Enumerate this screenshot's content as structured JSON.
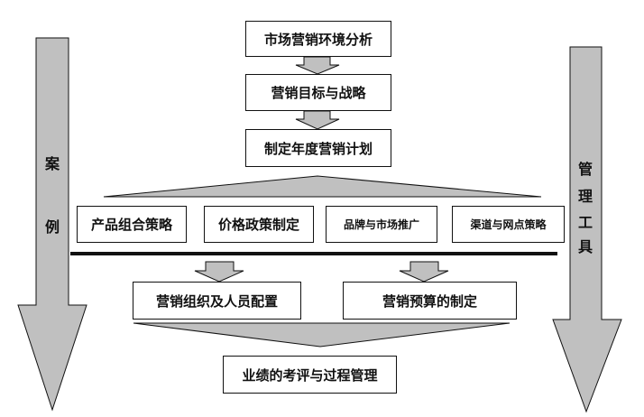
{
  "diagram": {
    "steps": {
      "market_analysis": "市场营销环境分析",
      "objectives": "营销目标与战略",
      "annual_plan": "制定年度营销计划",
      "organization": "营销组织及人员配置",
      "budget": "营销预算的制定",
      "evaluation": "业绩的考评与过程管理"
    },
    "plan_components": [
      "产品组合策略",
      "价格政策制定",
      "品牌与市场推广",
      "渠道与网点策略"
    ],
    "left_rail": [
      "案",
      "例"
    ],
    "right_rail": [
      "管",
      "理",
      "工",
      "具"
    ]
  },
  "colors": {
    "arrow_fill": "#c0c0c0",
    "stroke": "#111111",
    "background": "#ffffff"
  }
}
